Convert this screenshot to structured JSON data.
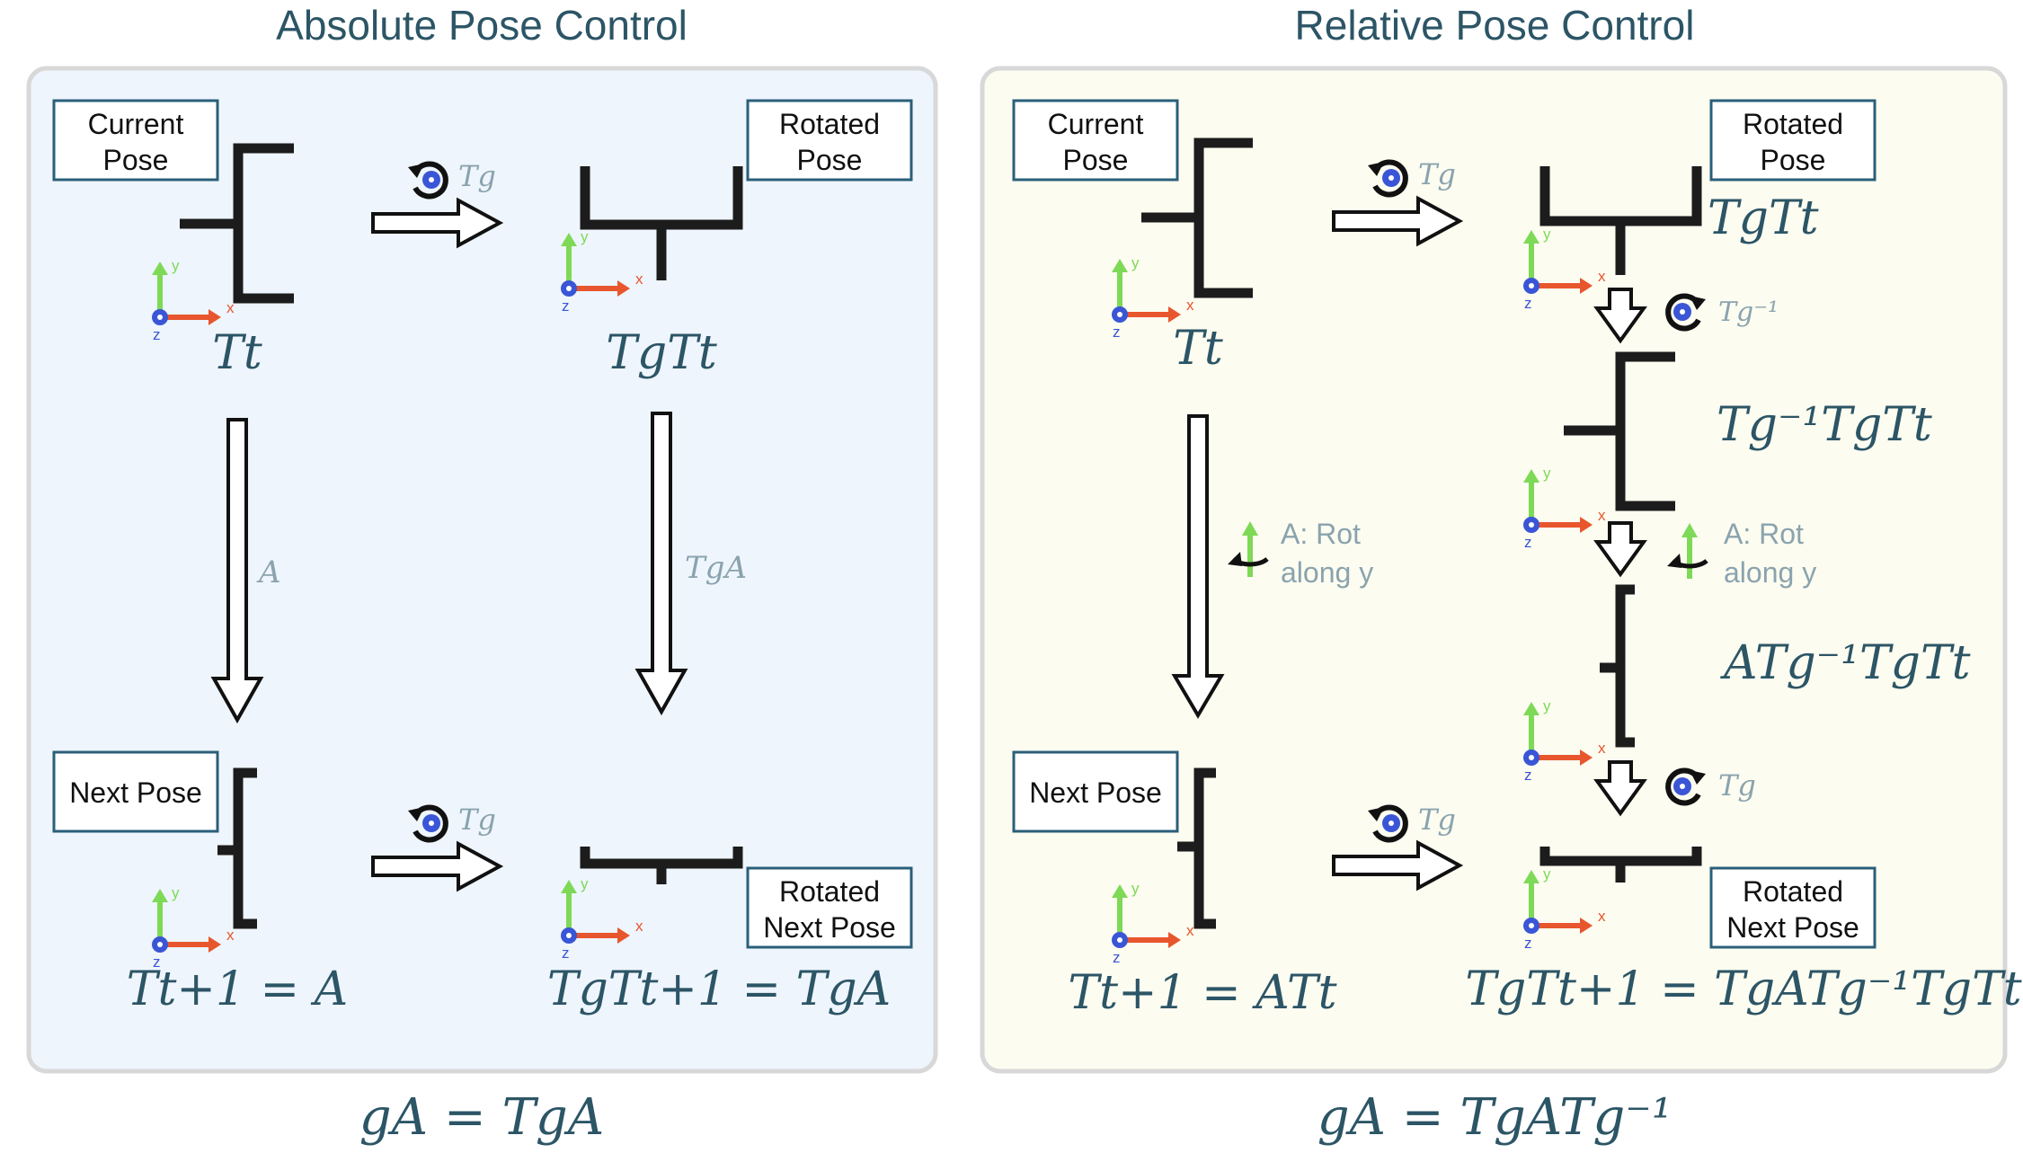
{
  "colors": {
    "left_panel_fill": "#eef5fc",
    "right_panel_fill": "#fcfcf0",
    "panel_border": "#d8d8d8",
    "box_border": "#2a5f7a",
    "math": "#2c5566",
    "math_light": "#8aa3ae",
    "axis_x": "#e8562e",
    "axis_y": "#7ed957",
    "axis_z": "#3a56d6"
  },
  "icons": [
    "gripper-icon",
    "axis-triad-icon",
    "rotation-icon",
    "hollow-arrow-icon"
  ],
  "left": {
    "title": "Absolute Pose Control",
    "box_current": [
      "Current",
      "Pose"
    ],
    "box_rotated": [
      "Rotated",
      "Pose"
    ],
    "box_next": "Next Pose",
    "box_rotated_next": [
      "Rotated",
      "Next Pose"
    ],
    "bottom_eq": "gA = TgA"
  },
  "right": {
    "title": "Relative Pose Control",
    "box_current": [
      "Current",
      "Pose"
    ],
    "box_rotated": [
      "Rotated",
      "Pose"
    ],
    "box_next": "Next Pose",
    "box_rotated_next": [
      "Rotated",
      "Next Pose"
    ],
    "rot_label": [
      "A: Rot",
      "along y"
    ],
    "bottom_eq": "gA = TgATg⁻¹"
  },
  "axes": {
    "x": "x",
    "y": "y",
    "z": "z"
  },
  "math": {
    "Tt": "Tt",
    "TgTt": "TgTt",
    "Tg": "Tg",
    "Tg_inv": "Tg⁻¹",
    "A": "A",
    "TgA": "TgA",
    "Tt1_eq_A": "Tt+1 = A",
    "TgTt1_eq_TgA": "TgTt+1 = TgA",
    "Tginv_Tg_Tt": "Tg⁻¹TgTt",
    "A_Tginv_Tg_Tt": "ATg⁻¹TgTt",
    "Tt1_eq_ATt": "Tt+1 = ATt",
    "TgTt1_eq_full": "TgTt+1 = TgATg⁻¹TgTt"
  }
}
